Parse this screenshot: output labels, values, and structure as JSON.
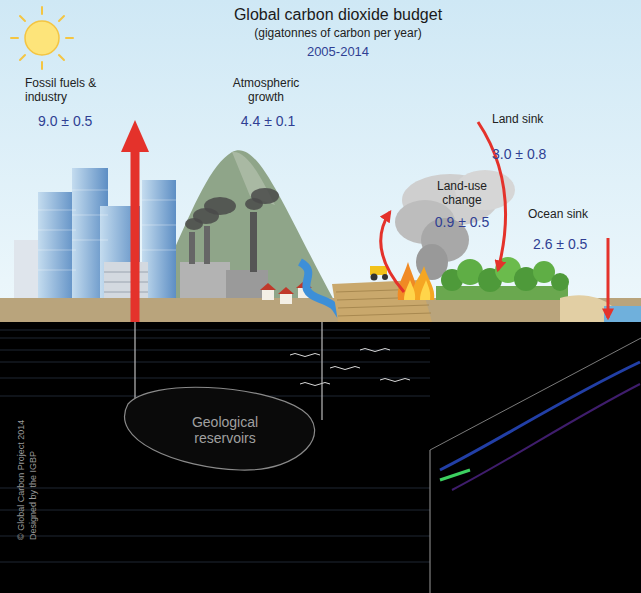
{
  "diagram": {
    "title": "Global carbon dioxide budget",
    "labels": [
      "(gigatonnes of carbon per year)",
      "2005-2014",
      "Fossil fuels & industry",
      "9.0 ± 0.5",
      "Atmospheric growth",
      "4.4 ± 0.1",
      "Land-use change",
      "0.9 ± 0.5",
      "Land sink",
      "3.0 ± 0.8",
      "Ocean sink",
      "2.6 ± 0.5",
      "Geological reservoirs",
      "© Global Carbon Project 2014",
      "Designed by the IGBP"
    ]
  }
}
